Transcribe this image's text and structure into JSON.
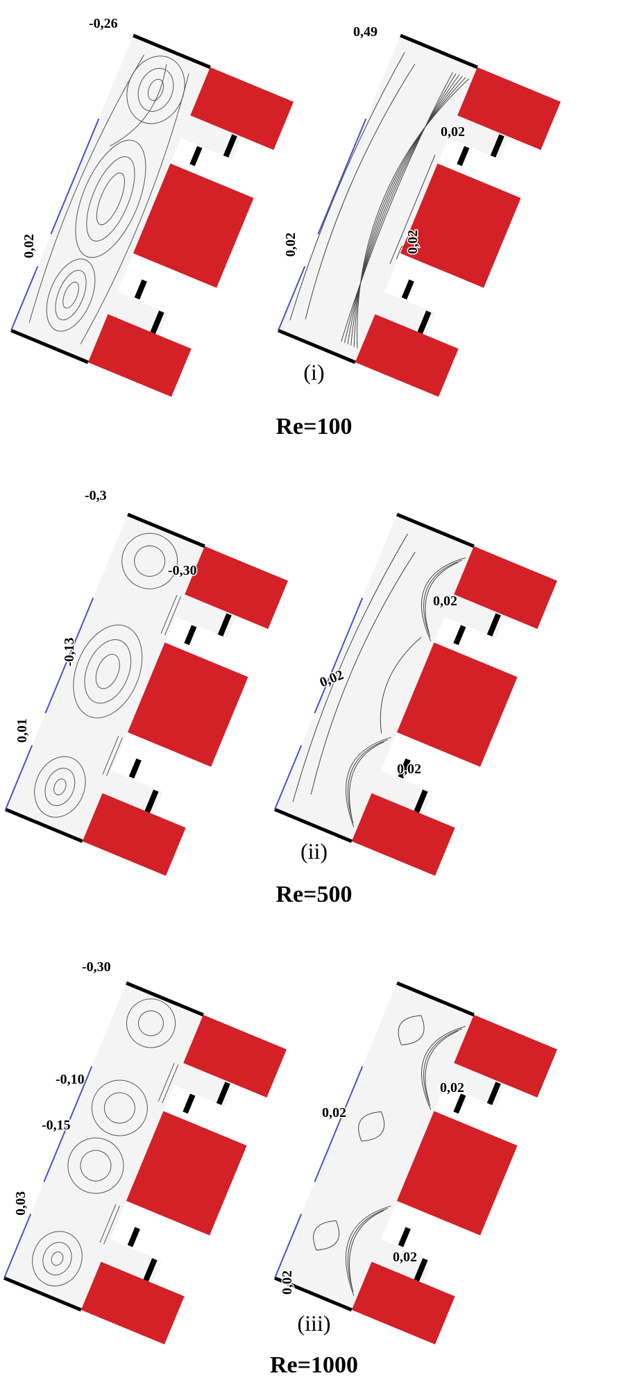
{
  "colors": {
    "block": "#d42027",
    "wall": "#000000",
    "inlet": "#4a52c8",
    "contour": "#3a3a3a"
  },
  "rows": [
    {
      "roman": "(i)",
      "re": "Re=100",
      "left": {
        "labels": [
          "-0,26",
          "0,02"
        ]
      },
      "right": {
        "labels": [
          "0,49",
          "0,02",
          "0,02",
          "0,02"
        ]
      }
    },
    {
      "roman": "(ii)",
      "re": "Re=500",
      "left": {
        "labels": [
          "-0,3",
          "-0,30",
          "-0,13",
          "0,01"
        ]
      },
      "right": {
        "labels": [
          "0,02",
          "0,02",
          "0,02"
        ]
      }
    },
    {
      "roman": "(iii)",
      "re": "Re=1000",
      "left": {
        "labels": [
          "-0,30",
          "-0,10",
          "-0,15",
          "0,03"
        ]
      },
      "right": {
        "labels": [
          "0,02",
          "0,02",
          "0,02",
          "0,02"
        ]
      }
    }
  ]
}
